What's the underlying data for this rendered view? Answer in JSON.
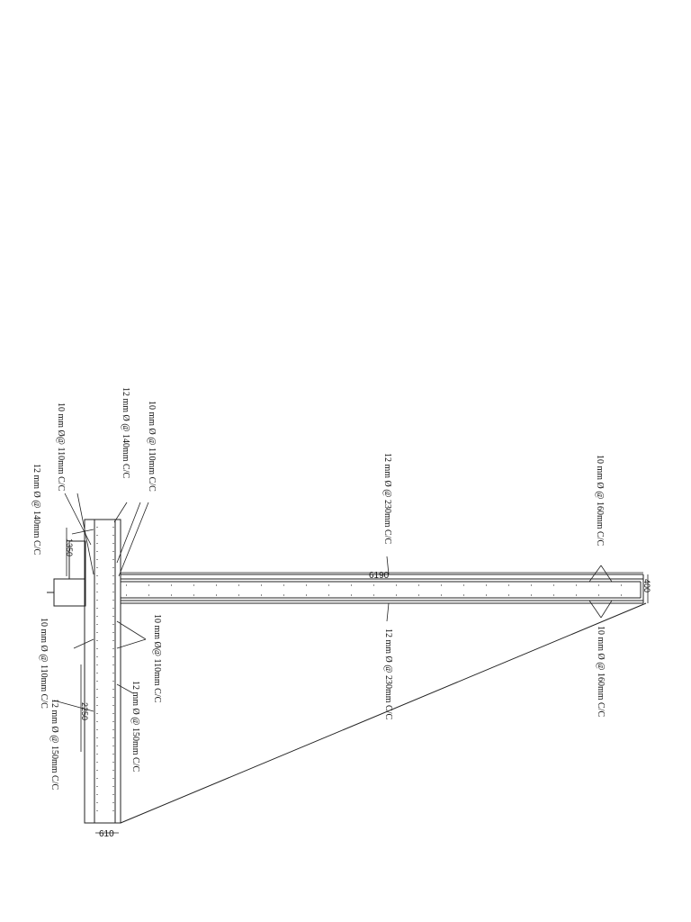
{
  "dimensions": {
    "span": "6190",
    "slab_depth": "400",
    "column_width": "610",
    "upper_dim": "1350",
    "lower_dim": "2250"
  },
  "rebar_labels": {
    "col_top_10_110_left": "10 mm Ø@ 110mm C/C",
    "col_top_12_140_left": "12 mm Ø @ 140mm C/C",
    "col_top_12_140_right": "12 mm Ø @ 140mm C/C",
    "col_top_10_110_right": "10 mm Ø @ 110mm C/C",
    "slab_top_12_230": "12 mm Ø @ 230mm C/C",
    "slab_top_10_160": "10 mm Ø @ 160mm C/C",
    "slab_bot_12_230": "12 mm Ø @ 230mm C/C",
    "slab_bot_10_160": "10 mm Ø @ 160mm C/C",
    "col_bot_10_110_right": "10 mm Ø@ 110mm C/C",
    "col_bot_12_150_right": "12 mm Ø @ 150mm C/C",
    "col_bot_10_110_left": "10 mm Ø @ 110mm C/C",
    "col_bot_12_150_left": "12 mm Ø @ 150mm C/C"
  }
}
